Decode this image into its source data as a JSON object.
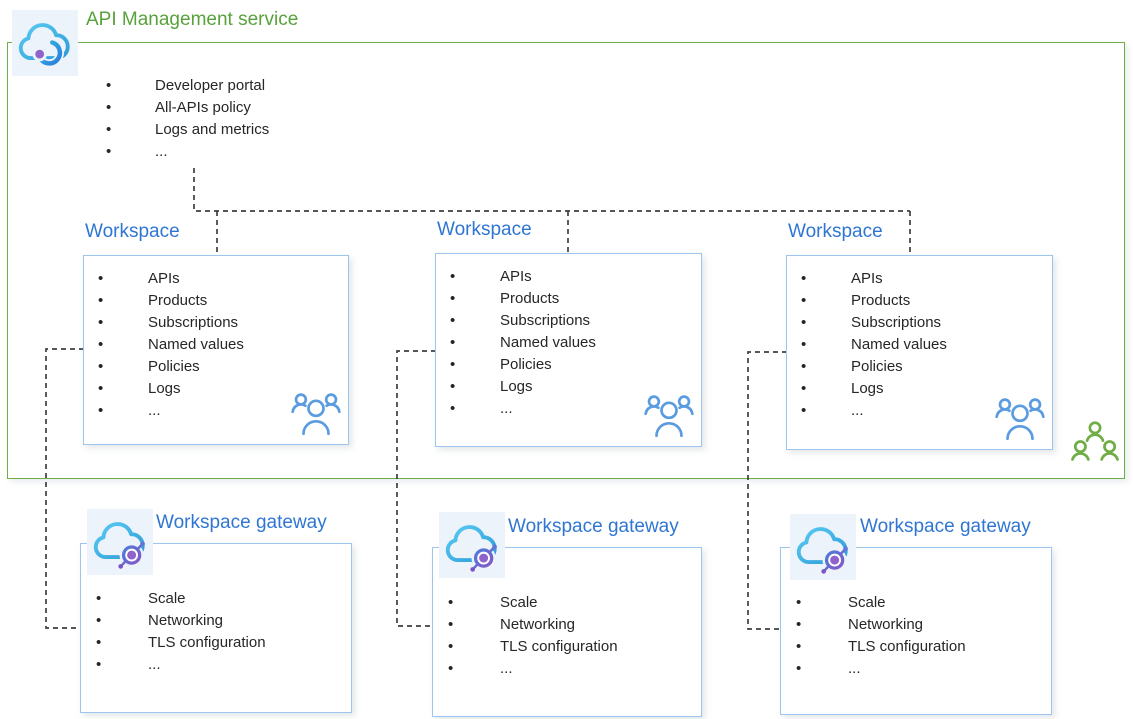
{
  "colors": {
    "green_border": "#70AD47",
    "green_title": "#57A23B",
    "blue_title": "#2F76D2",
    "blue_border": "#9DC5EE",
    "team_blue": "#5B9BE0",
    "team_green": "#70AD47",
    "dash": "#3F3F3F",
    "text": "#262626",
    "icon_bg": "#EDF3FB"
  },
  "api_management": {
    "title": "API Management service",
    "items": [
      "Developer portal",
      "All-APIs policy",
      "Logs and metrics",
      "..."
    ]
  },
  "workspace": {
    "title": "Workspace",
    "items": [
      "APIs",
      "Products",
      "Subscriptions",
      "Named values",
      "Policies",
      "Logs",
      "..."
    ]
  },
  "workspace_gateway": {
    "title": "Workspace gateway",
    "items": [
      "Scale",
      "Networking",
      "TLS configuration",
      "..."
    ]
  }
}
